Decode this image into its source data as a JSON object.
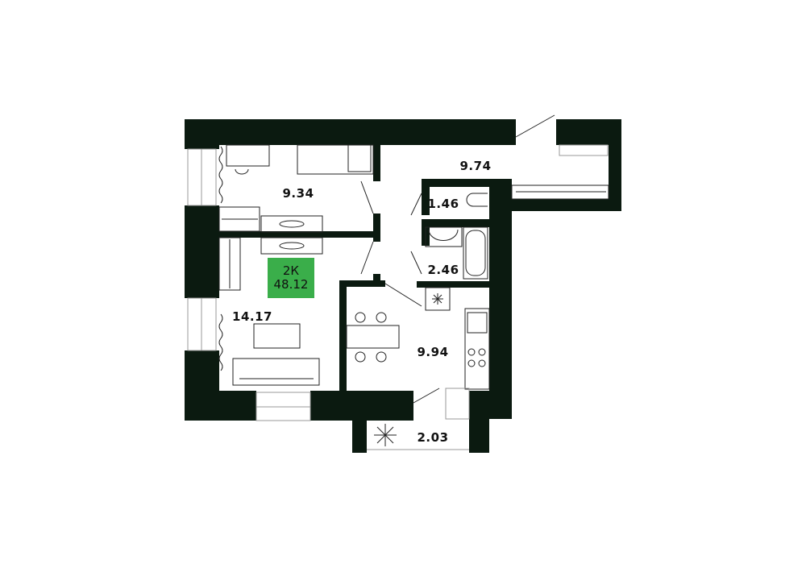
{
  "apartment": {
    "type": "2К",
    "total_area": "48.12",
    "badge_color": "#3aae4a"
  },
  "rooms": {
    "bedroom": "9.34",
    "hallway": "9.74",
    "toilet": "1.46",
    "bathroom": "2.46",
    "living_room": "14.17",
    "kitchen": "9.94",
    "loggia": "2.03"
  },
  "colors": {
    "wall": "#0b1a10",
    "line": "#222222"
  }
}
